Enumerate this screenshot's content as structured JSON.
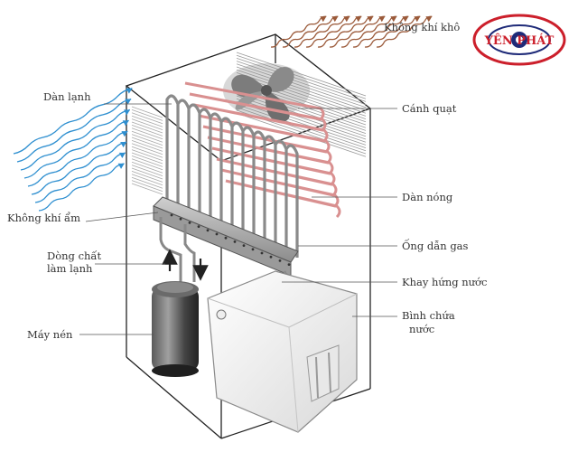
{
  "brand": {
    "name": "YÊN PHÁT",
    "colors": {
      "primary": "#cc1f2b",
      "secondary": "#1e2a78"
    }
  },
  "colors": {
    "cold_air": "#2e8fd0",
    "dry_air": "#9b5a3a",
    "hot_coil": "#d99090",
    "refrigerant_lines": "#8a8a8a",
    "label_text": "#333333"
  },
  "labels": {
    "dry_air": "Không khí khô",
    "evaporator": "Dàn lạnh",
    "fan": "Cánh quạt",
    "humid_air": "Không khí ẩm",
    "condenser": "Dàn nóng",
    "refrigerant_flow_line1": "Dòng chất",
    "refrigerant_flow_line2": "làm lạnh",
    "gas_pipe": "Ống dẫn gas",
    "drip_tray": "Khay hứng nước",
    "compressor": "Máy nén",
    "water_tank_line1": "Bình chứa",
    "water_tank_line2": "nước"
  }
}
